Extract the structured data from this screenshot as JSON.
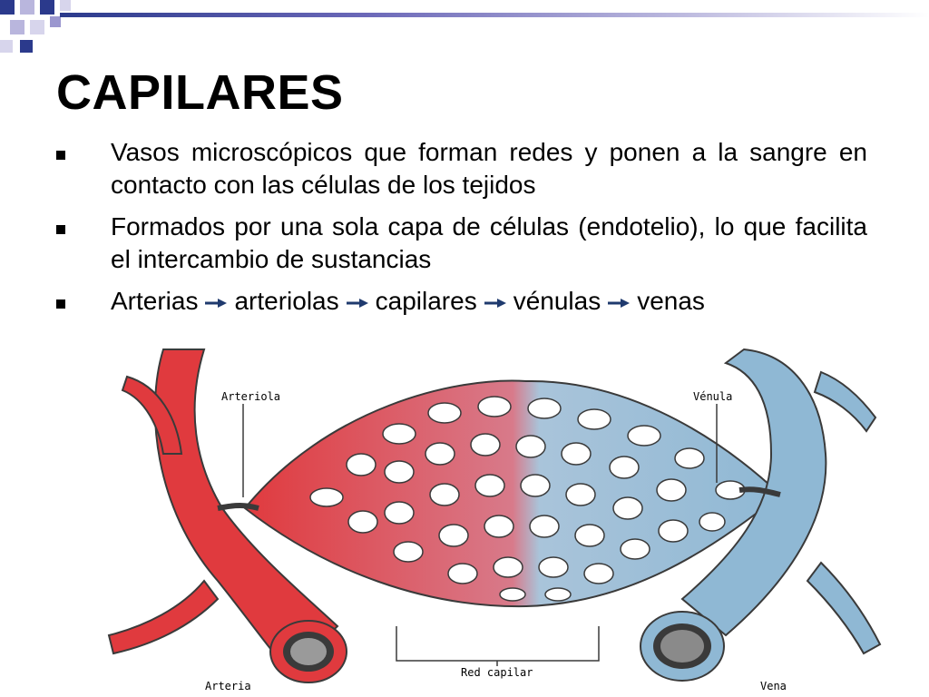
{
  "slide": {
    "title": "CAPILARES",
    "bullets": [
      "Vasos microscópicos que forman redes y ponen a la sangre en contacto con las células de los tejidos",
      "Formados por una sola capa de células (endotelio), lo que facilita el intercambio de sustancias"
    ],
    "sequence": [
      "Arterias",
      "arteriolas",
      "capilares",
      "vénulas",
      "venas"
    ]
  },
  "figure": {
    "labels": {
      "arteriola": "Arteriola",
      "venula": "Vénula",
      "arteria": "Arteria",
      "red_capilar": "Red capilar",
      "vena": "Vena"
    },
    "colors": {
      "arterial": "#e03a3e",
      "venous": "#8fb8d4",
      "outline": "#3a3a3a",
      "accent": "#1f3a6e"
    }
  }
}
